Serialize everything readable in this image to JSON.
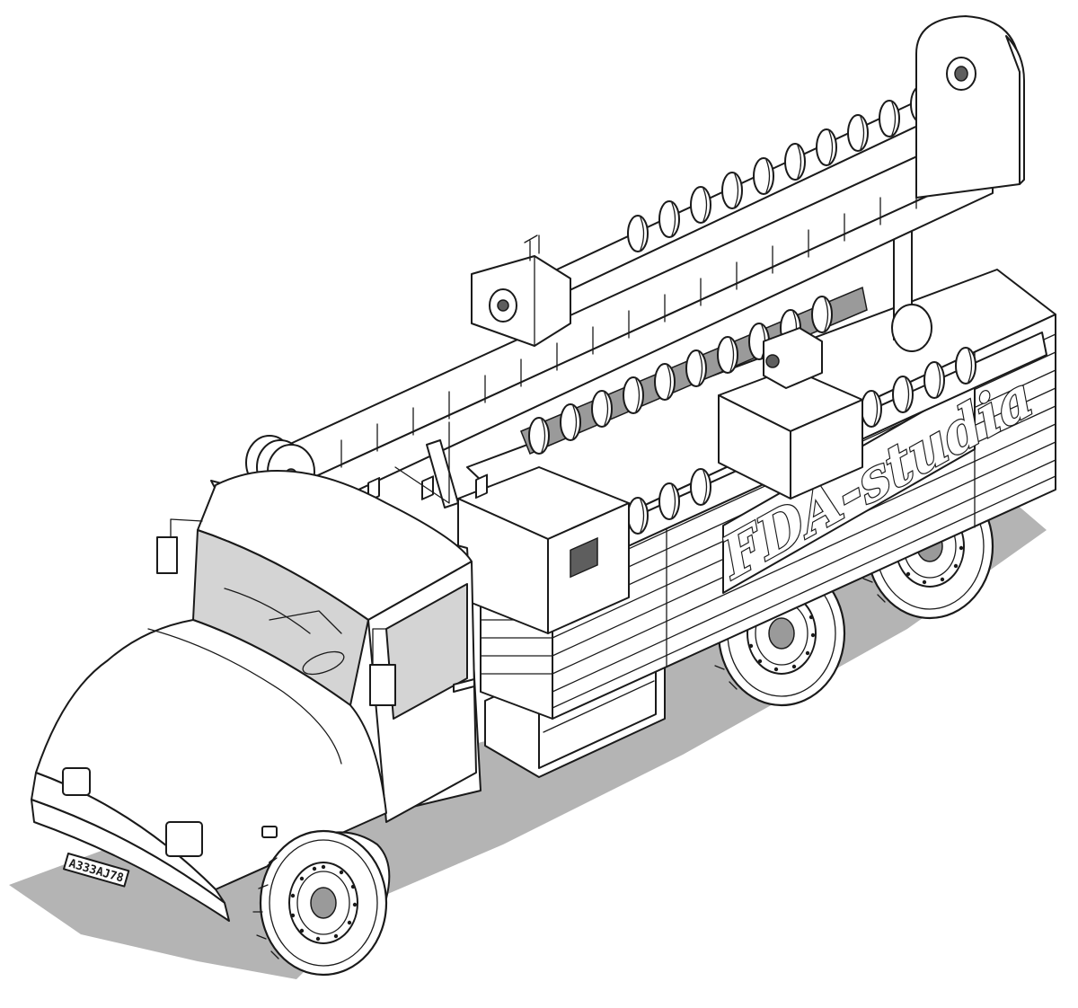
{
  "illustration": {
    "subject": "drilling-rig-truck",
    "brand_label": "FDA-studia",
    "license_plate": "A333AJ78",
    "colors": {
      "background": "#ffffff",
      "line": "#1a1a1a",
      "shadow": "#b4b4b4",
      "glass": "#d4d4d4",
      "dark": "#5e5e5e"
    },
    "wheel_count": 3,
    "auger_sections_on_deck": 2,
    "icons": [
      "truck-cab-icon",
      "drill-mast-icon",
      "auger-icon",
      "wheel-icon"
    ]
  }
}
